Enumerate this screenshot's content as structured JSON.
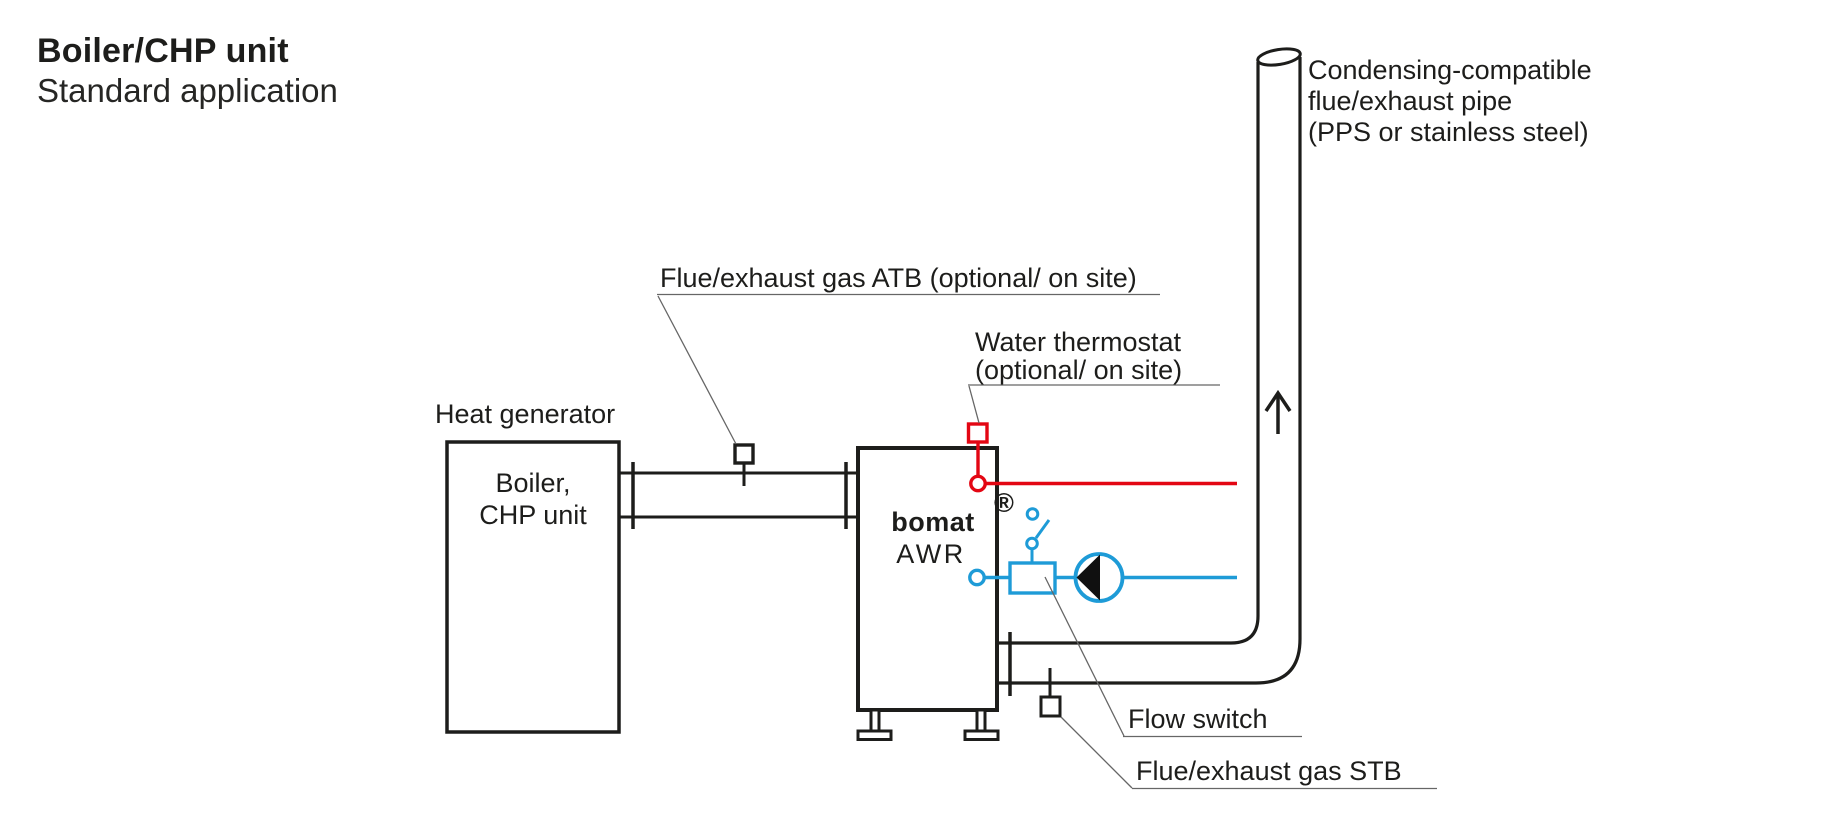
{
  "header": {
    "title": "Boiler/CHP unit",
    "subtitle": "Standard application"
  },
  "unit": {
    "brand": "bomat",
    "trademark": "®",
    "model": "AWR"
  },
  "labels": {
    "heat_generator": "Heat generator",
    "boiler_line1": "Boiler,",
    "boiler_line2": "CHP unit",
    "flue_pipe_line1": "Condensing-compatible",
    "flue_pipe_line2": "flue/exhaust pipe",
    "flue_pipe_line3": "(PPS or stainless steel)",
    "atb": "Flue/exhaust gas ATB (optional/ on site)",
    "water_thermostat_line1": "Water thermostat",
    "water_thermostat_line2": "(optional/ on site)",
    "flow_switch": "Flow switch",
    "stb": "Flue/exhaust gas STB"
  },
  "colors": {
    "ink": "#1d1d1b",
    "accent_red": "#e30613",
    "accent_blue": "#1e9bd7",
    "leader": "#666666"
  }
}
